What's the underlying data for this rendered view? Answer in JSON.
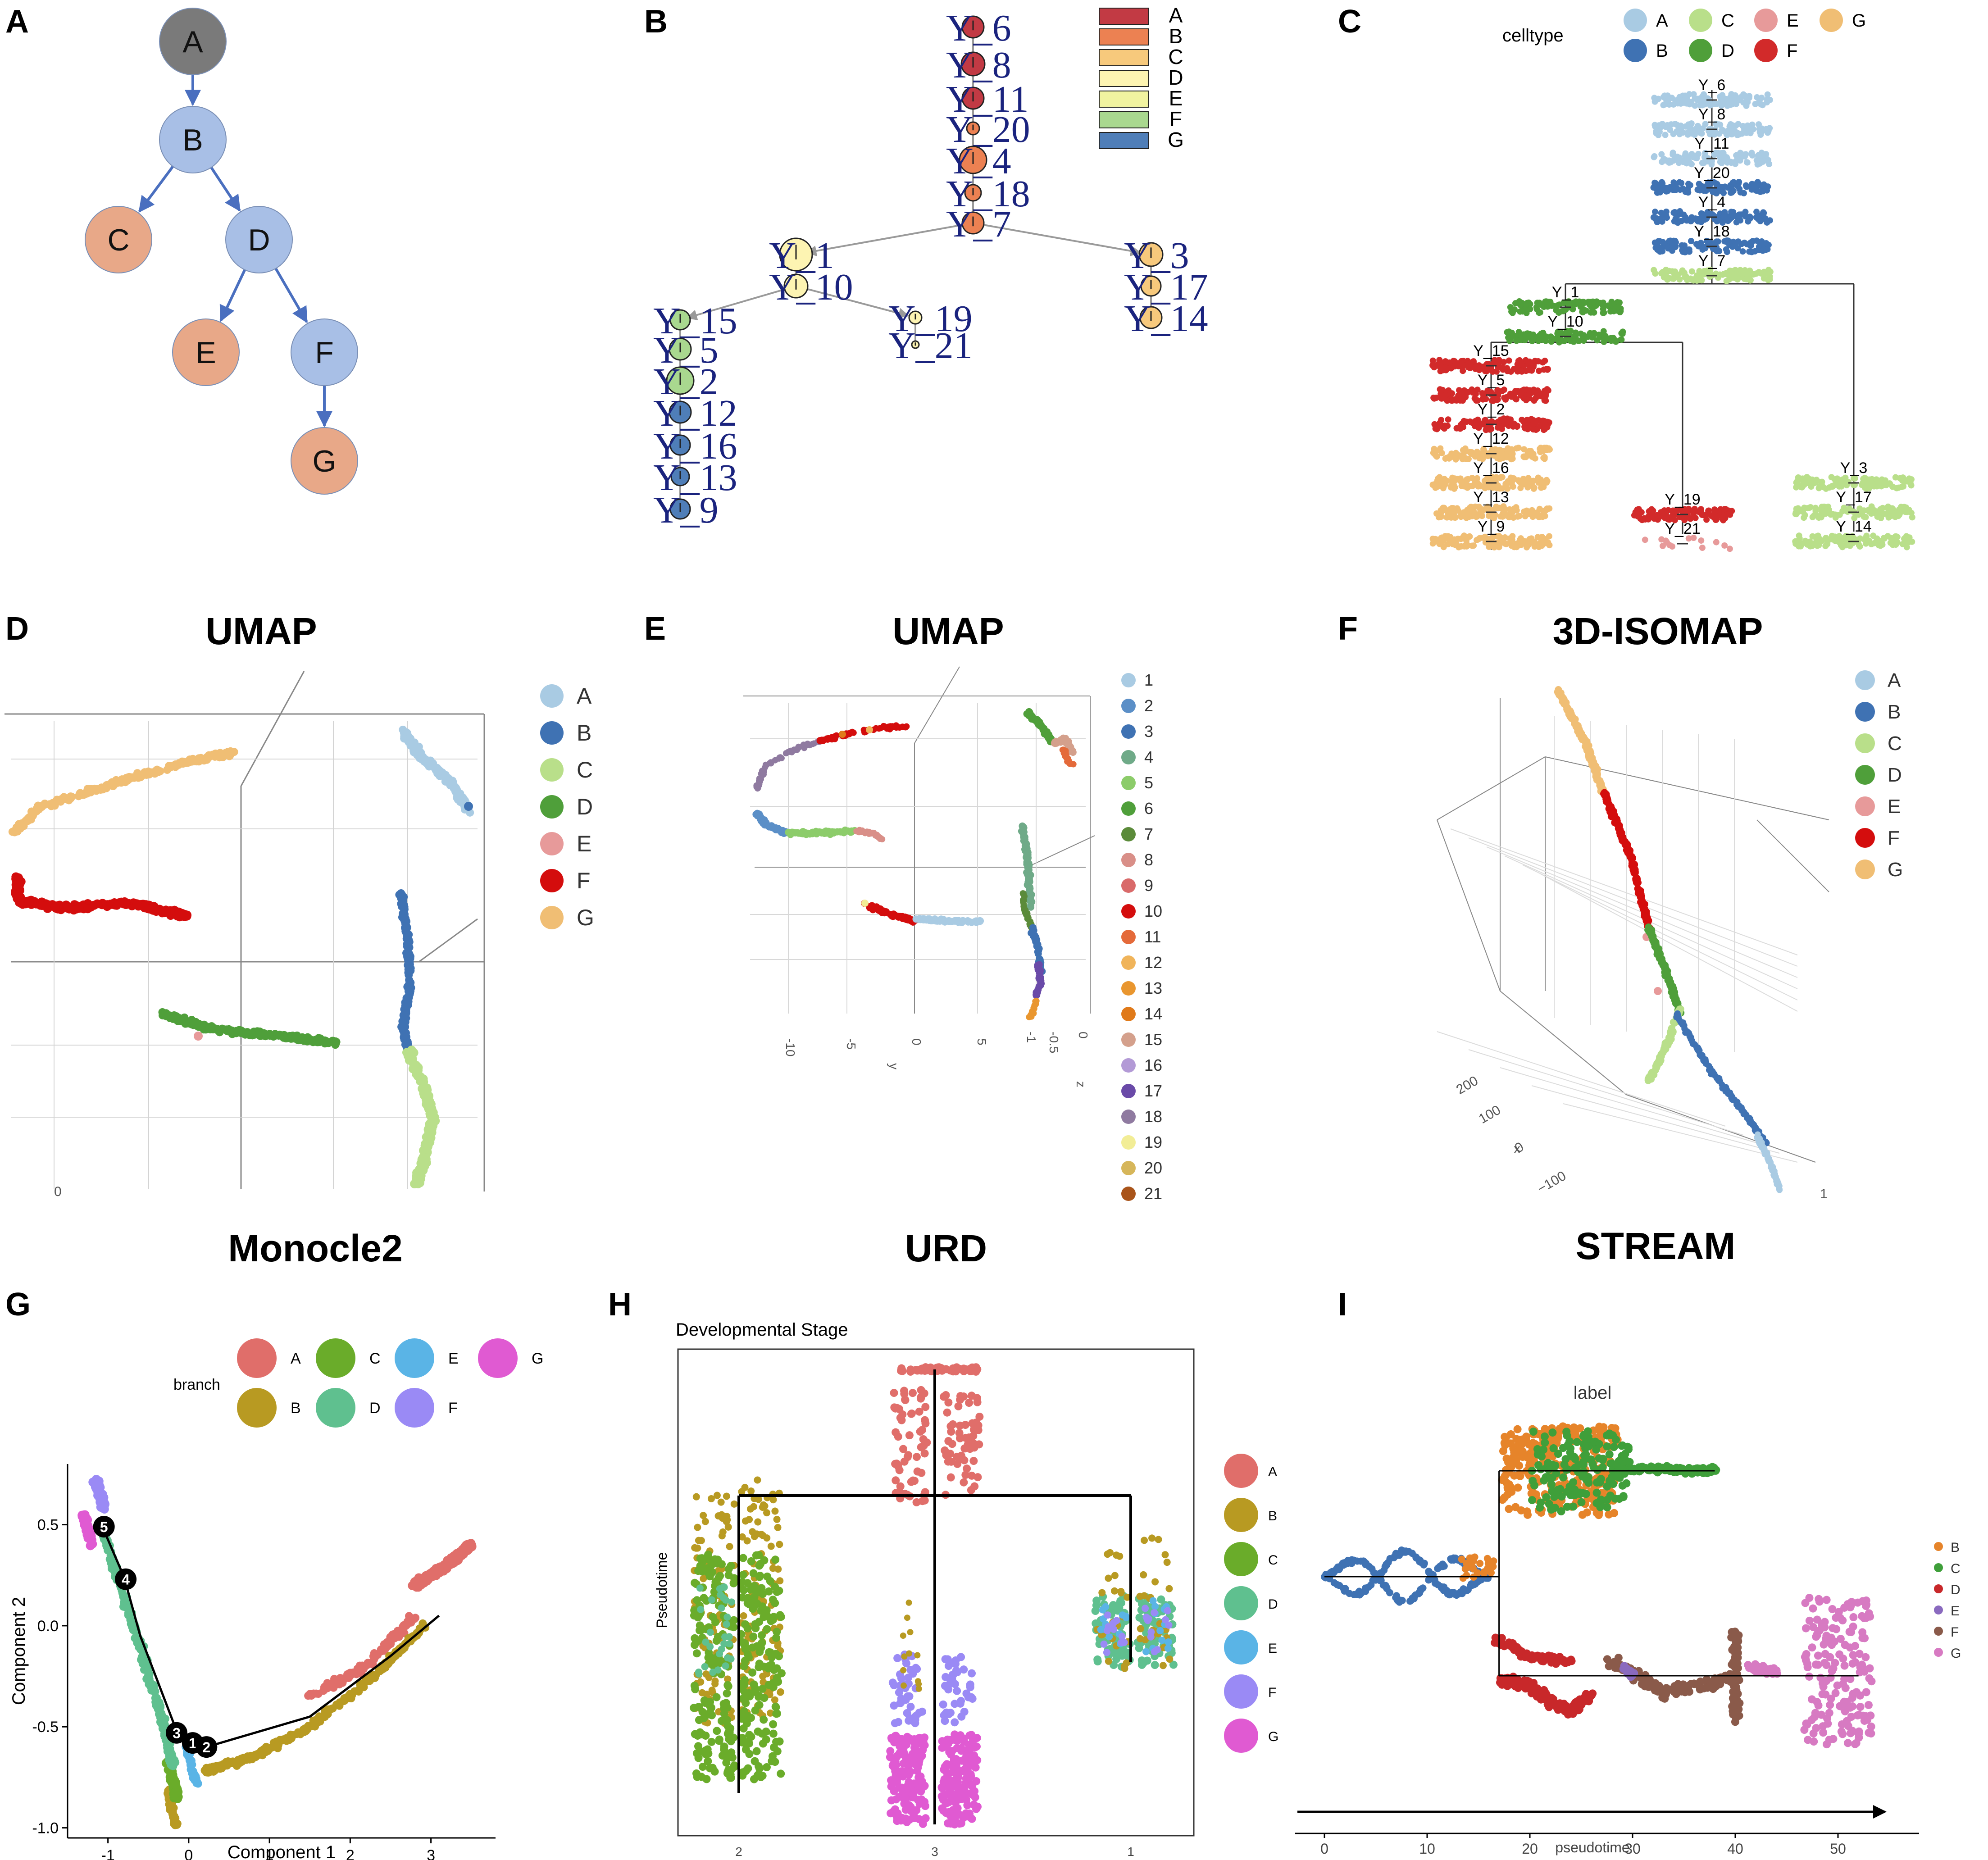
{
  "panels": {
    "A": {
      "letter": "A",
      "nodes": [
        {
          "id": "A",
          "color": "#7a7a7a"
        },
        {
          "id": "B",
          "color": "#a8bfe6"
        },
        {
          "id": "C",
          "color": "#e8a888"
        },
        {
          "id": "D",
          "color": "#a8bfe6"
        },
        {
          "id": "E",
          "color": "#e8a888"
        },
        {
          "id": "F",
          "color": "#a8bfe6"
        },
        {
          "id": "G",
          "color": "#e8a888"
        }
      ],
      "edges": [
        [
          "A",
          "B"
        ],
        [
          "B",
          "C"
        ],
        [
          "B",
          "D"
        ],
        [
          "D",
          "E"
        ],
        [
          "D",
          "F"
        ],
        [
          "F",
          "G"
        ]
      ],
      "edge_color": "#4a6fbf"
    },
    "B": {
      "letter": "B",
      "legend": [
        {
          "label": "A",
          "color": "#c23a44"
        },
        {
          "label": "B",
          "color": "#ec8152"
        },
        {
          "label": "C",
          "color": "#f7c97c"
        },
        {
          "label": "D",
          "color": "#fdf4b2"
        },
        {
          "label": "E",
          "color": "#f1f3a0"
        },
        {
          "label": "F",
          "color": "#a9d88f"
        },
        {
          "label": "G",
          "color": "#4f7eb8"
        }
      ],
      "nodes": [
        {
          "label": "Y_6",
          "color": "#c23a44"
        },
        {
          "label": "Y_8",
          "color": "#c23a44"
        },
        {
          "label": "Y_11",
          "color": "#c23a44"
        },
        {
          "label": "Y_20",
          "color": "#ec8152"
        },
        {
          "label": "Y_4",
          "color": "#ec8152"
        },
        {
          "label": "Y_18",
          "color": "#ec8152"
        },
        {
          "label": "Y_7",
          "color": "#ec8152"
        },
        {
          "label": "Y_1",
          "color": "#fdf4b2"
        },
        {
          "label": "Y_10",
          "color": "#fdf4b2"
        },
        {
          "label": "Y_15",
          "color": "#a9d88f"
        },
        {
          "label": "Y_5",
          "color": "#a9d88f"
        },
        {
          "label": "Y_2",
          "color": "#a9d88f"
        },
        {
          "label": "Y_12",
          "color": "#4f7eb8"
        },
        {
          "label": "Y_16",
          "color": "#4f7eb8"
        },
        {
          "label": "Y_13",
          "color": "#4f7eb8"
        },
        {
          "label": "Y_9",
          "color": "#4f7eb8"
        },
        {
          "label": "Y_19",
          "color": "#fdf4b2"
        },
        {
          "label": "Y_21",
          "color": "#fdf4b2"
        },
        {
          "label": "Y_3",
          "color": "#f7c97c"
        },
        {
          "label": "Y_17",
          "color": "#f7c97c"
        },
        {
          "label": "Y_14",
          "color": "#f7c97c"
        }
      ],
      "label_color": "#1a237e"
    },
    "C": {
      "letter": "C",
      "legend_title": "celltype",
      "legend": [
        {
          "label": "A",
          "color": "#a9cbe3"
        },
        {
          "label": "C",
          "color": "#b9df8a"
        },
        {
          "label": "E",
          "color": "#e79a9a"
        },
        {
          "label": "G",
          "color": "#f0be74"
        },
        {
          "label": "B",
          "color": "#3f72b3"
        },
        {
          "label": "D",
          "color": "#4f9f3a"
        },
        {
          "label": "F",
          "color": "#d22a2a"
        }
      ],
      "nodes": [
        {
          "label": "Y_6",
          "color": "#a9cbe3"
        },
        {
          "label": "Y_8",
          "color": "#a9cbe3"
        },
        {
          "label": "Y_11",
          "color": "#a9cbe3"
        },
        {
          "label": "Y_20",
          "color": "#3f72b3"
        },
        {
          "label": "Y_4",
          "color": "#3f72b3"
        },
        {
          "label": "Y_18",
          "color": "#3f72b3"
        },
        {
          "label": "Y_7",
          "color": "#b9df8a"
        },
        {
          "label": "Y_1",
          "color": "#4f9f3a"
        },
        {
          "label": "Y_10",
          "color": "#4f9f3a"
        },
        {
          "label": "Y_15",
          "color": "#d22a2a"
        },
        {
          "label": "Y_5",
          "color": "#d22a2a"
        },
        {
          "label": "Y_2",
          "color": "#d22a2a"
        },
        {
          "label": "Y_12",
          "color": "#f0be74"
        },
        {
          "label": "Y_16",
          "color": "#f0be74"
        },
        {
          "label": "Y_13",
          "color": "#f0be74"
        },
        {
          "label": "Y_9",
          "color": "#f0be74"
        },
        {
          "label": "Y_19",
          "color": "#d22a2a"
        },
        {
          "label": "Y_21",
          "color": "#e79a9a"
        },
        {
          "label": "Y_3",
          "color": "#b9df8a"
        },
        {
          "label": "Y_17",
          "color": "#b9df8a"
        },
        {
          "label": "Y_14",
          "color": "#b9df8a"
        }
      ]
    },
    "D": {
      "letter": "D",
      "title": "UMAP",
      "legend": [
        {
          "label": "A",
          "color": "#a9cbe3"
        },
        {
          "label": "B",
          "color": "#3f72b3"
        },
        {
          "label": "C",
          "color": "#b9df8a"
        },
        {
          "label": "D",
          "color": "#4f9f3a"
        },
        {
          "label": "E",
          "color": "#e79a9a"
        },
        {
          "label": "F",
          "color": "#d40d0d"
        },
        {
          "label": "G",
          "color": "#f0be74"
        }
      ],
      "axis_tick": "0"
    },
    "E": {
      "letter": "E",
      "title": "UMAP",
      "legend": [
        {
          "label": "1",
          "color": "#a9cbe3"
        },
        {
          "label": "2",
          "color": "#5b8fc7"
        },
        {
          "label": "3",
          "color": "#3f72b3"
        },
        {
          "label": "4",
          "color": "#6faa88"
        },
        {
          "label": "5",
          "color": "#8ccc6a"
        },
        {
          "label": "6",
          "color": "#4f9f3a"
        },
        {
          "label": "7",
          "color": "#5b8b3a"
        },
        {
          "label": "8",
          "color": "#d98f88"
        },
        {
          "label": "9",
          "color": "#d96a6a"
        },
        {
          "label": "10",
          "color": "#d40d0d"
        },
        {
          "label": "11",
          "color": "#e46a3a"
        },
        {
          "label": "12",
          "color": "#f0b45a"
        },
        {
          "label": "13",
          "color": "#e9962f"
        },
        {
          "label": "14",
          "color": "#e07a1a"
        },
        {
          "label": "15",
          "color": "#d4a08c"
        },
        {
          "label": "16",
          "color": "#b39ad6"
        },
        {
          "label": "17",
          "color": "#6a4aa8"
        },
        {
          "label": "18",
          "color": "#8f7aa0"
        },
        {
          "label": "19",
          "color": "#f2ed96"
        },
        {
          "label": "20",
          "color": "#d6b65a"
        },
        {
          "label": "21",
          "color": "#a9541a"
        }
      ],
      "y_ticks": [
        "-10",
        "-5",
        "0",
        "5"
      ],
      "y_label": "y",
      "z_ticks": [
        "-1",
        "-0.5",
        "0"
      ],
      "z_label": "z"
    },
    "F": {
      "letter": "F",
      "title": "3D-ISOMAP",
      "legend": [
        {
          "label": "A",
          "color": "#a9cbe3"
        },
        {
          "label": "B",
          "color": "#3f72b3"
        },
        {
          "label": "C",
          "color": "#b9df8a"
        },
        {
          "label": "D",
          "color": "#4f9f3a"
        },
        {
          "label": "E",
          "color": "#e79a9a"
        },
        {
          "label": "F",
          "color": "#d40d0d"
        },
        {
          "label": "G",
          "color": "#f0be74"
        }
      ],
      "x_ticks": [
        "200",
        "100",
        "0",
        "−100"
      ],
      "x_label": "x",
      "corner_tick": "1"
    },
    "G": {
      "letter": "G",
      "title": "Monocle2",
      "legend_title": "branch",
      "legend": [
        {
          "label": "A",
          "color": "#e06e6a"
        },
        {
          "label": "C",
          "color": "#6aac2a"
        },
        {
          "label": "E",
          "color": "#5ab4e6"
        },
        {
          "label": "G",
          "color": "#e05ad2"
        },
        {
          "label": "B",
          "color": "#b89a22"
        },
        {
          "label": "D",
          "color": "#5fc08f"
        },
        {
          "label": "F",
          "color": "#9a8af5"
        }
      ],
      "xlabel": "Component 1",
      "ylabel": "Component 2",
      "xticks": [
        -1,
        0,
        1,
        2,
        3
      ],
      "yticks": [
        0.5,
        0.0,
        -0.5,
        -1.0
      ],
      "ytick_labels": [
        "0.5",
        "0.0",
        "-0.5",
        "-1.0"
      ],
      "branch_points": [
        {
          "label": "1",
          "x": 0.05,
          "y": -0.58
        },
        {
          "label": "2",
          "x": 0.22,
          "y": -0.6
        },
        {
          "label": "3",
          "x": -0.15,
          "y": -0.53
        },
        {
          "label": "4",
          "x": -0.78,
          "y": 0.23
        },
        {
          "label": "5",
          "x": -1.05,
          "y": 0.49
        }
      ]
    },
    "H": {
      "letter": "H",
      "title": "URD",
      "subtitle": "Developmental Stage",
      "ylabel": "Pseudotime",
      "xticks": [
        "2",
        "3",
        "1"
      ],
      "legend": [
        {
          "label": "A",
          "color": "#e06e6a"
        },
        {
          "label": "B",
          "color": "#b89a22"
        },
        {
          "label": "C",
          "color": "#6aac2a"
        },
        {
          "label": "D",
          "color": "#5fc08f"
        },
        {
          "label": "E",
          "color": "#5ab4e6"
        },
        {
          "label": "F",
          "color": "#9a8af5"
        },
        {
          "label": "G",
          "color": "#e05ad2"
        }
      ]
    },
    "I": {
      "letter": "I",
      "title": "STREAM",
      "subtitle": "label",
      "xlabel": "pseudotime",
      "xticks": [
        0,
        10,
        20,
        30,
        40,
        50
      ],
      "legend": [
        {
          "label": "B",
          "color": "#e6842a"
        },
        {
          "label": "C",
          "color": "#3f9f3a"
        },
        {
          "label": "D",
          "color": "#c8282a"
        },
        {
          "label": "E",
          "color": "#8a6abf"
        },
        {
          "label": "F",
          "color": "#8a5a4a"
        },
        {
          "label": "G",
          "color": "#d77ac2"
        }
      ],
      "series_color_A": "#3f72b3"
    }
  }
}
